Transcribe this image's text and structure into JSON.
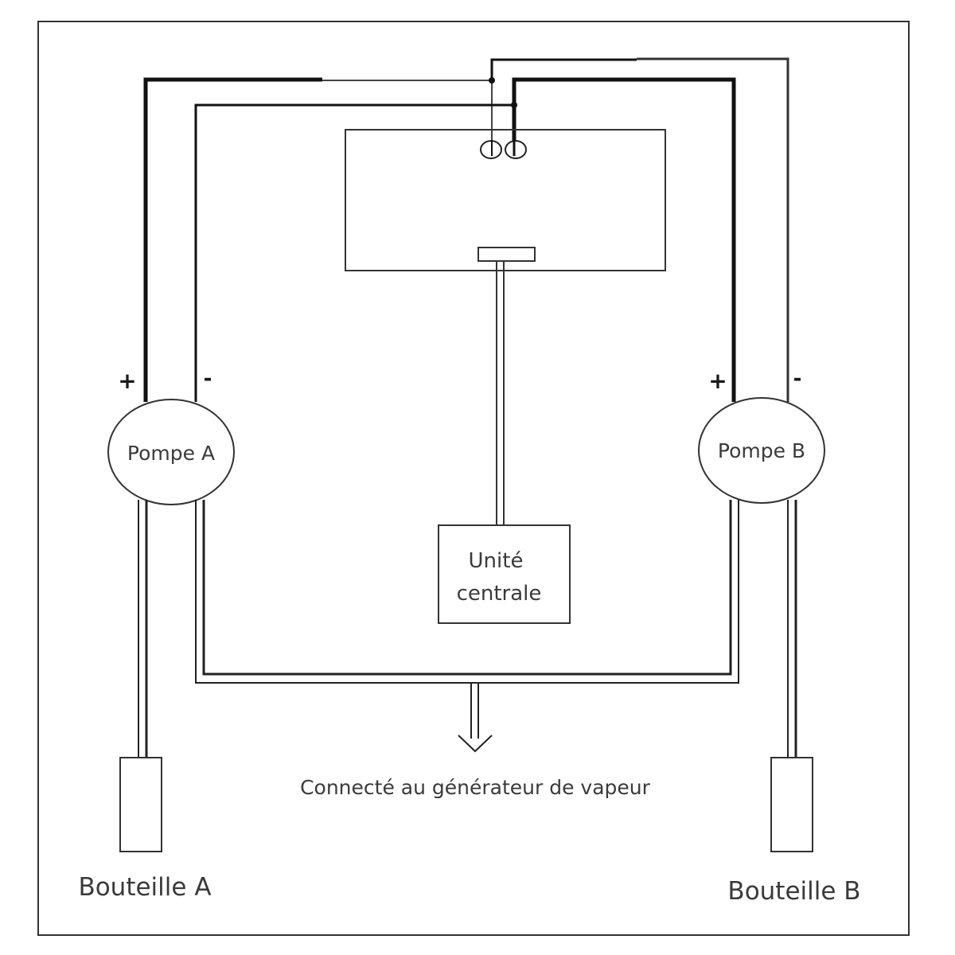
{
  "labels": {
    "pump_a": "Pompe A",
    "pump_b": "Pompe B",
    "central_unit_line1": "Unité",
    "central_unit_line2": "centrale",
    "steam_generator": "Connecté au générateur de vapeur",
    "bottle_a": "Bouteille A",
    "bottle_b": "Bouteille B",
    "plus": "+",
    "minus": "-"
  },
  "colors": {
    "line": "#111111",
    "thin_line": "#444444",
    "text": "#3a3a3a",
    "background": "#ffffff"
  }
}
